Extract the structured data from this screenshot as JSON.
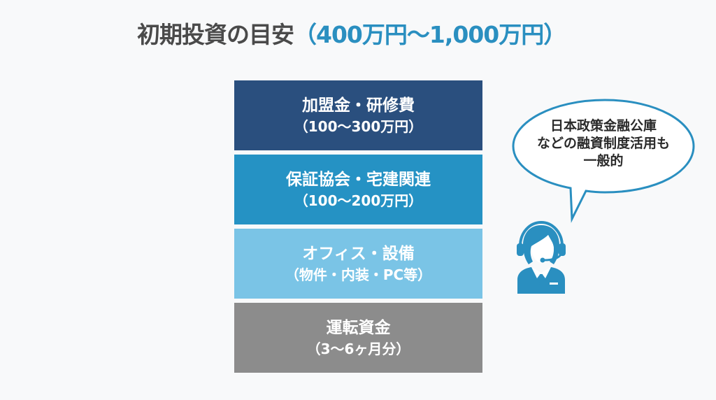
{
  "title": {
    "main": "初期投資の目安",
    "range": "（400万円〜1,000万円）"
  },
  "blocks": [
    {
      "label": "加盟金・研修費",
      "detail": "（100〜300万円）",
      "color": "#2a4f7e"
    },
    {
      "label": "保証協会・宅建関連",
      "detail": "（100〜200万円）",
      "color": "#2592c4"
    },
    {
      "label": "オフィス・設備",
      "detail": "（物件・内装・PC等）",
      "color": "#7ac4e6"
    },
    {
      "label": "運転資金",
      "detail": "（3〜6ヶ月分）",
      "color": "#8c8c8c"
    }
  ],
  "speech_bubble": {
    "lines": [
      "日本政策金融公庫",
      "などの融資制度活用も",
      "一般的"
    ],
    "border_color": "#2a8fc0"
  },
  "icon": {
    "name": "operator-headset-icon",
    "color": "#2a8fc0"
  }
}
